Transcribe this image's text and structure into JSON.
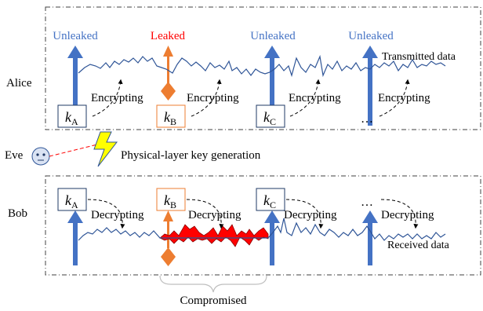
{
  "status_labels": {
    "unleaked": "Unleaked",
    "leaked": "Leaked"
  },
  "alice": {
    "label": "Alice",
    "keys": [
      {
        "sub": "A",
        "status": "unleaked"
      },
      {
        "sub": "B",
        "status": "leaked"
      },
      {
        "sub": "C",
        "status": "unleaked"
      },
      {
        "sub": "",
        "status": "unleaked"
      }
    ],
    "action": "Encrypting",
    "ellipsis": "…",
    "data_label": "Transmitted data"
  },
  "eve": {
    "label": "Eve",
    "link_label": "Physical-layer key generation"
  },
  "bob": {
    "label": "Bob",
    "keys": [
      {
        "sub": "A"
      },
      {
        "sub": "B"
      },
      {
        "sub": "C"
      },
      {
        "sub": ""
      }
    ],
    "action": "Decrypting",
    "ellipsis": "…",
    "data_label": "Received data",
    "compromised_label": "Compromised"
  },
  "key_symbol": "k",
  "colors": {
    "unleaked_arrow": "#4472C4",
    "unleaked_text": "#4472C4",
    "leaked_arrow": "#ED7D31",
    "leaked_text": "#FF0000",
    "waveform": "#2F5597",
    "compromised_fill": "#FF0000",
    "eve_face": "#DAE3F3",
    "eve_link": "#FF0000",
    "lightning": "#FFFF00",
    "frame": "#404040"
  }
}
